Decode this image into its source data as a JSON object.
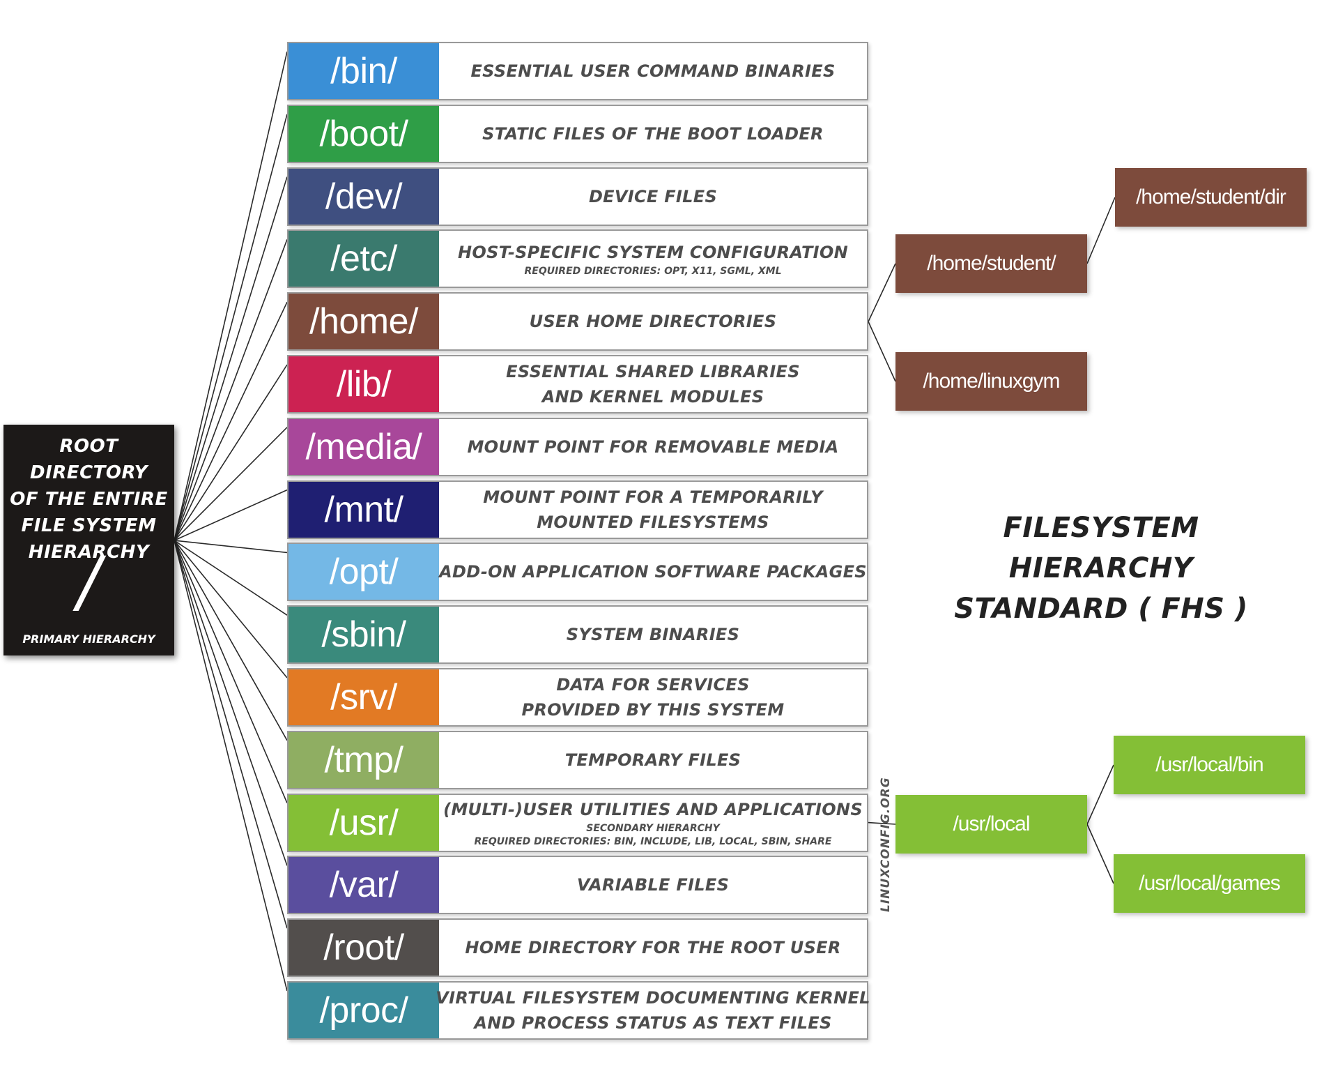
{
  "root": {
    "description": "ROOT DIRECTORY\nOF THE ENTIRE\nFILE SYSTEM\nHIERARCHY",
    "symbol": "/",
    "subtitle": "PRIMARY HIERARCHY",
    "color": "#1c1918"
  },
  "directories": [
    {
      "name": "/bin/",
      "color": "#3a8fd6",
      "lines": [
        "ESSENTIAL USER COMMAND BINARIES"
      ]
    },
    {
      "name": "/boot/",
      "color": "#2f9e47",
      "lines": [
        "STATIC FILES OF THE BOOT LOADER"
      ]
    },
    {
      "name": "/dev/",
      "color": "#3f4f80",
      "lines": [
        "DEVICE FILES"
      ]
    },
    {
      "name": "/etc/",
      "color": "#3a7a6e",
      "lines": [
        "HOST-SPECIFIC SYSTEM CONFIGURATION",
        "REQUIRED DIRECTORIES: OPT, X11, SGML, XML"
      ]
    },
    {
      "name": "/home/",
      "color": "#7d4b3c",
      "lines": [
        "USER HOME DIRECTORIES"
      ]
    },
    {
      "name": "/lib/",
      "color": "#cc2252",
      "lines": [
        "ESSENTIAL SHARED LIBRARIES",
        "AND KERNEL MODULES"
      ]
    },
    {
      "name": "/media/",
      "color": "#a8479a",
      "lines": [
        "MOUNT POINT FOR REMOVABLE MEDIA"
      ]
    },
    {
      "name": "/mnt/",
      "color": "#1f1f72",
      "lines": [
        "MOUNT POINT FOR A TEMPORARILY",
        "MOUNTED FILESYSTEMS"
      ]
    },
    {
      "name": "/opt/",
      "color": "#74b8e6",
      "lines": [
        "ADD-ON APPLICATION SOFTWARE PACKAGES"
      ]
    },
    {
      "name": "/sbin/",
      "color": "#3a8a7c",
      "lines": [
        "SYSTEM BINARIES"
      ]
    },
    {
      "name": "/srv/",
      "color": "#e27a24",
      "lines": [
        "DATA FOR SERVICES",
        "PROVIDED BY THIS SYSTEM"
      ]
    },
    {
      "name": "/tmp/",
      "color": "#8fae62",
      "lines": [
        "TEMPORARY FILES"
      ]
    },
    {
      "name": "/usr/",
      "color": "#84bf36",
      "lines": [
        "(MULTI-)USER UTILITIES AND APPLICATIONS",
        "SECONDARY HIERARCHY",
        "REQUIRED DIRECTORIES: BIN, INCLUDE, LIB, LOCAL, SBIN, SHARE"
      ]
    },
    {
      "name": "/var/",
      "color": "#5a4e9e",
      "lines": [
        "VARIABLE FILES"
      ]
    },
    {
      "name": "/root/",
      "color": "#524e4c",
      "lines": [
        "HOME DIRECTORY FOR THE ROOT USER"
      ]
    },
    {
      "name": "/proc/",
      "color": "#3a8c9c",
      "lines": [
        "VIRTUAL FILESYSTEM DOCUMENTING KERNEL",
        "AND PROCESS STATUS AS TEXT FILES"
      ]
    }
  ],
  "subdirs": {
    "home_student": {
      "label": "/home/student/",
      "color": "#7d4b3c"
    },
    "home_student_dir": {
      "label": "/home/student/dir",
      "color": "#7d4b3c"
    },
    "home_linuxgym": {
      "label": "/home/linuxgym",
      "color": "#7d4b3c"
    },
    "usr_local": {
      "label": "/usr/local",
      "color": "#84bf36"
    },
    "usr_local_bin": {
      "label": "/usr/local/bin",
      "color": "#84bf36"
    },
    "usr_local_games": {
      "label": "/usr/local/games",
      "color": "#84bf36"
    }
  },
  "title": "FILESYSTEM HIERARCHY\nSTANDARD ( FHS )",
  "watermark": "LINUXCONFIG.ORG"
}
